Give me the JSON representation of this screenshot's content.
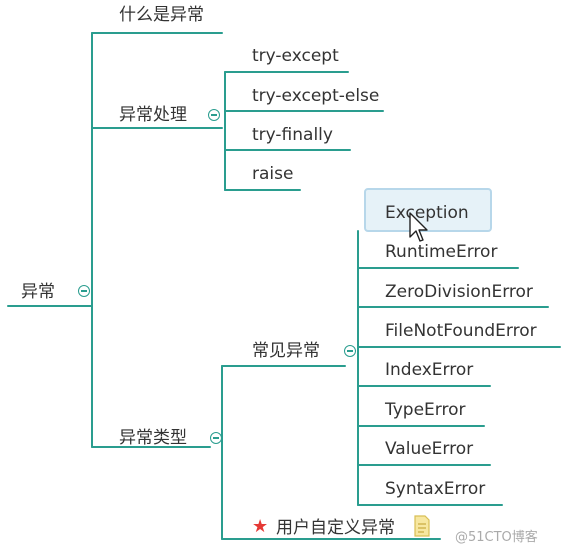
{
  "mindmap": {
    "root": {
      "label": "异常"
    },
    "branches": {
      "what": {
        "label": "什么是异常"
      },
      "handling": {
        "label": "异常处理",
        "children": [
          "try-except",
          "try-except-else",
          "try-finally",
          "raise"
        ]
      },
      "types": {
        "label": "异常类型",
        "common": {
          "label": "常见异常",
          "children": [
            "Exception",
            "RuntimeError",
            "ZeroDivisionError",
            "FileNotFoundError",
            "IndexError",
            "TypeError",
            "ValueError",
            "SyntaxError"
          ]
        },
        "custom": {
          "label": "用户自定义异常"
        }
      }
    },
    "selected_node": "Exception"
  },
  "icons": {
    "collapse": "collapse-circle-icon",
    "star": "red-star-icon",
    "note": "note-icon",
    "cursor": "mouse-pointer-icon"
  },
  "colors": {
    "line": "#2a9d8f",
    "selection_fill": "#e6f2f8",
    "selection_border": "#b7d7ea",
    "star": "#e53935"
  },
  "watermark": "@51CTO博客"
}
